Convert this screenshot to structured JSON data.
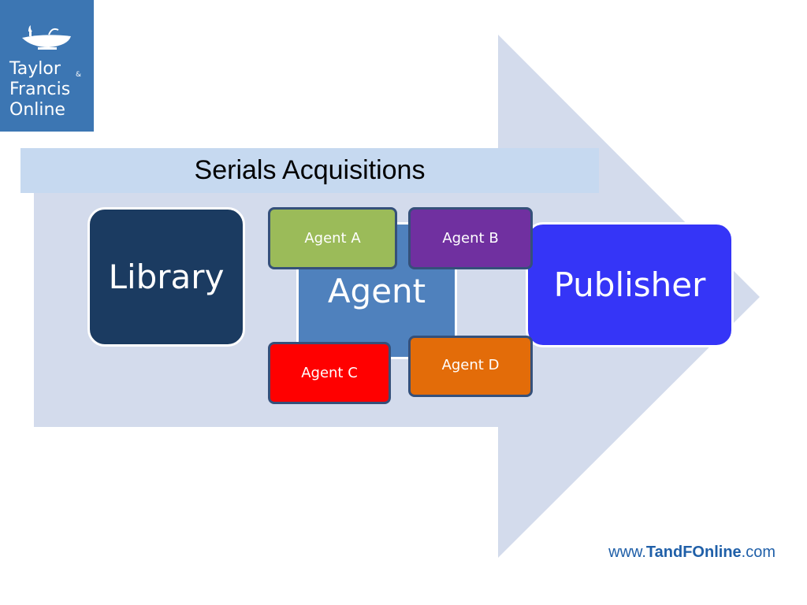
{
  "logo": {
    "lines": [
      "Taylor",
      "Francis",
      "Online"
    ],
    "ampersand": "&",
    "icon": "oil-lamp-icon"
  },
  "title": "Serials Acquisitions",
  "nodes": {
    "library": "Library",
    "agent": "Agent",
    "publisher": "Publisher",
    "agent_a": "Agent A",
    "agent_b": "Agent B",
    "agent_c": "Agent C",
    "agent_d": "Agent D"
  },
  "footer": {
    "prefix": "www.",
    "brand": "TandFOnline",
    "suffix": ".com"
  },
  "colors": {
    "arrow": "#d3dbec",
    "library": "#1b3b61",
    "agent": "#4f81bd",
    "publisher": "#3535f7",
    "agent_a": "#9bbb59",
    "agent_b": "#7030a0",
    "agent_c": "#ff0000",
    "agent_d": "#e36c09",
    "logo_bg": "#3c76b3",
    "title_band": "#c6d9f0"
  }
}
